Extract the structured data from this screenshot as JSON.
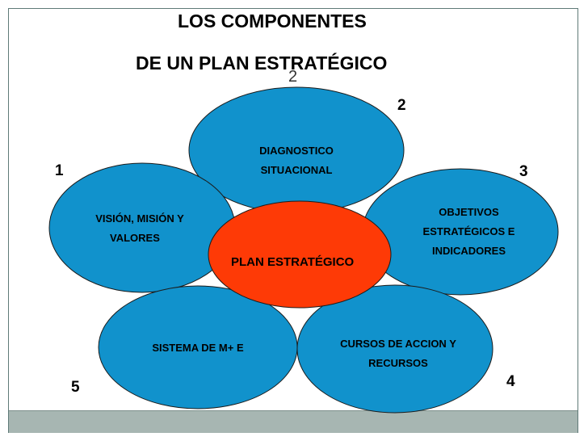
{
  "title": {
    "line1": "LOS COMPONENTES",
    "line2": "DE UN  PLAN ESTRATÉGICO"
  },
  "slide_number": "2",
  "colors": {
    "ellipse_fill": "#1192cc",
    "center_fill": "#fe3a06",
    "footer_band": "#a7b6b2"
  },
  "center": {
    "label": "PLAN ESTRATÉGICO"
  },
  "components": [
    {
      "number": "1",
      "line1": "VISIÓN, MISIÓN Y",
      "line2": "VALORES"
    },
    {
      "number": "2",
      "line1": "DIAGNOSTICO",
      "line2": "SITUACIONAL"
    },
    {
      "number": "3",
      "line1": "OBJETIVOS",
      "line2": "ESTRATÉGICOS E",
      "line3": "INDICADORES"
    },
    {
      "number": "4",
      "line1": "CURSOS DE ACCION Y",
      "line2": "RECURSOS"
    },
    {
      "number": "5",
      "line1": "SISTEMA DE  M+ E"
    }
  ]
}
